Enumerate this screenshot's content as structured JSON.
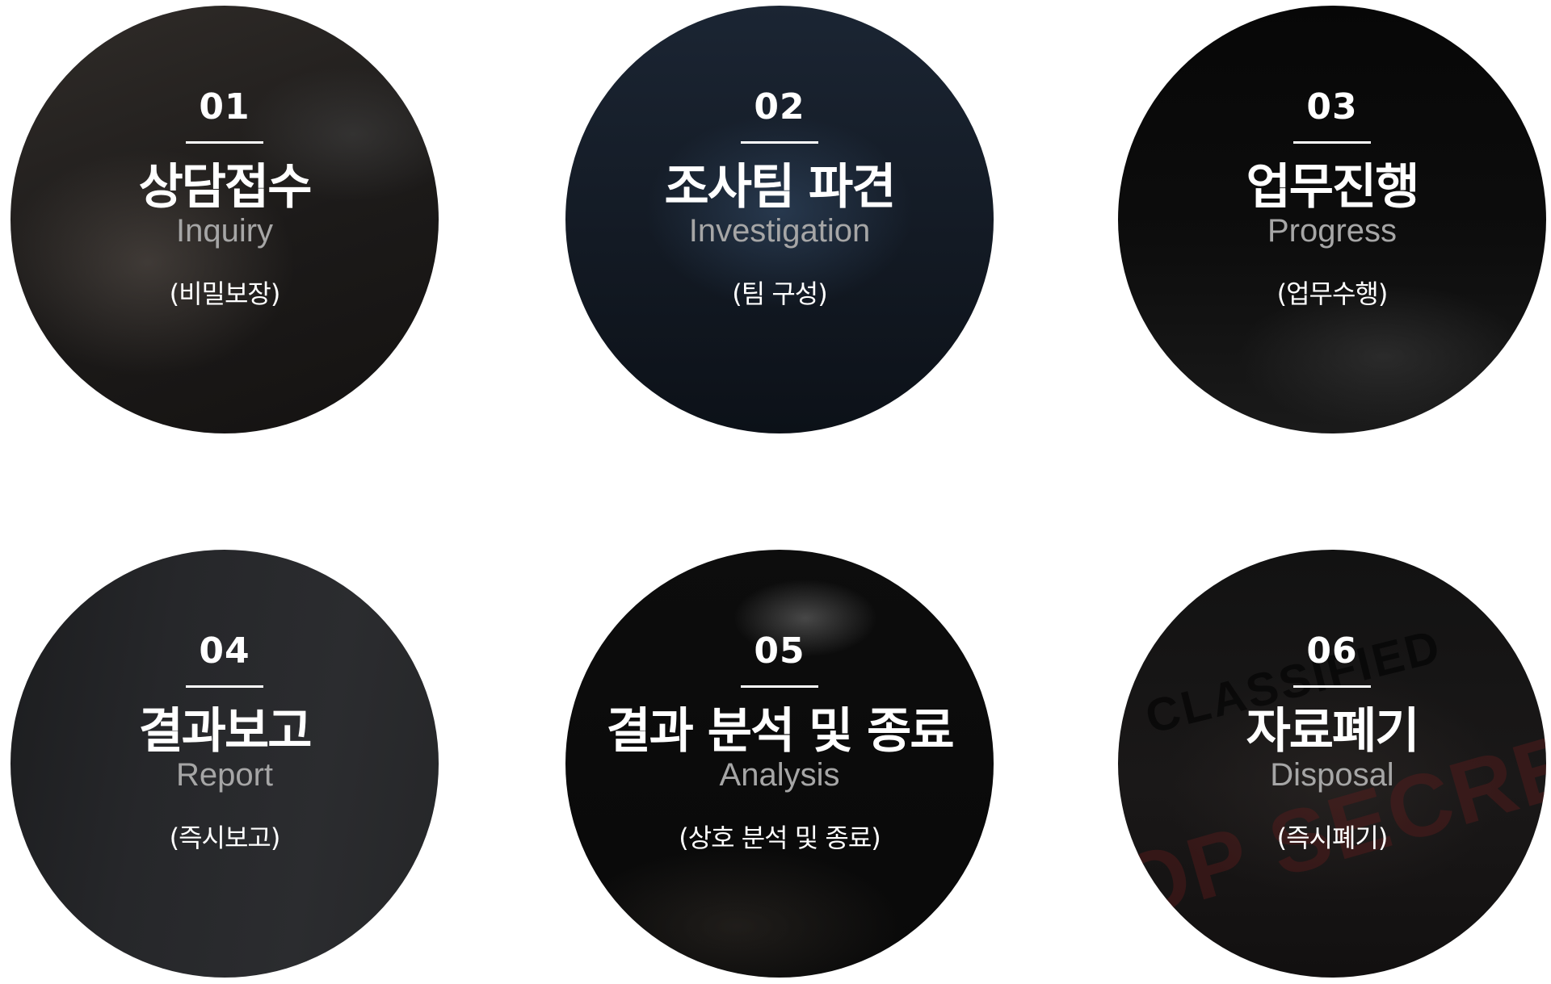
{
  "steps": [
    {
      "number": "01",
      "title_ko": "상담접수",
      "title_en": "Inquiry",
      "note": "(비밀보장)"
    },
    {
      "number": "02",
      "title_ko": "조사팀 파견",
      "title_en": "Investigation",
      "note": "(팀 구성)"
    },
    {
      "number": "03",
      "title_ko": "업무진행",
      "title_en": "Progress",
      "note": "(업무수행)"
    },
    {
      "number": "04",
      "title_ko": "결과보고",
      "title_en": "Report",
      "note": "(즉시보고)"
    },
    {
      "number": "05",
      "title_ko": "결과 분석 및 종료",
      "title_en": "Analysis",
      "note": "(상호 분석 및 종료)"
    },
    {
      "number": "06",
      "title_ko": "자료폐기",
      "title_en": "Disposal",
      "note": "(즉시폐기)"
    }
  ],
  "background_stamps": {
    "classified": "CLASSIFIED",
    "secret": "OP SECRET"
  },
  "colors": {
    "page_background": "#ffffff",
    "circle_text": "#ffffff",
    "english_subtitle": "#a6a6a6"
  }
}
